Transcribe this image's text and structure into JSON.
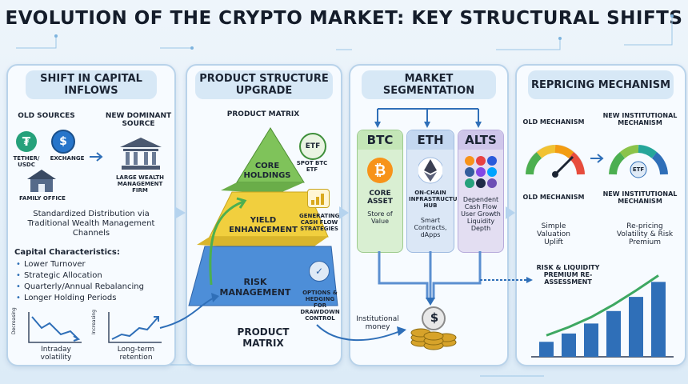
{
  "title": "EVOLUTION OF THE CRYPTO MARKET: KEY STRUCTURAL SHIFTS",
  "panel1": {
    "title": "SHIFT IN CAPITAL INFLOWS",
    "old_sources": "OLD SOURCES",
    "new_source": "NEW DOMINANT SOURCE",
    "tether": "TETHER/ USDC",
    "exchange": "EXCHANGE",
    "wealth_firm": "LARGE WEALTH MANAGEMENT FIRM",
    "family_office": "FAMILY OFFICE",
    "distribution": "Standardized Distribution via Traditional Wealth Management Channels",
    "capital_title": "Capital Characteristics:",
    "characteristics": [
      "Lower Turnover",
      "Strategic Allocation",
      "Quarterly/Annual Rebalancing",
      "Longer Holding Periods"
    ],
    "decreasing": "Decreasing",
    "increasing": "Increasing",
    "intraday": "Intraday volatility",
    "longterm": "Long-term retention"
  },
  "panel2": {
    "title": "PRODUCT STRUCTURE UPGRADE",
    "matrix_top": "PRODUCT MATRIX",
    "core": "CORE HOLDINGS",
    "yield": "YIELD ENHANCEMENT",
    "risk": "RISK MANAGEMENT",
    "etf_badge": "ETF",
    "etf_note": "SPOT BTC ETF",
    "yield_note": "GENERATING CASH FLOW STRATEGIES",
    "risk_note": "OPTIONS & HEDGING FOR DRAWDOWN CONTROL",
    "matrix_bottom": "PRODUCT MATRIX"
  },
  "panel3": {
    "title": "MARKET SEGMENTATION",
    "btc": {
      "label": "BTC",
      "role": "CORE ASSET",
      "desc": "Store of Value",
      "color": "#f7931a"
    },
    "eth": {
      "label": "ETH",
      "role": "ON-CHAIN INFRASTRUCTURE HUB",
      "desc": "Smart Contracts, dApps",
      "color": "#3b3f52"
    },
    "alts": {
      "label": "ALTS",
      "desc": "Dependent Cash Flow User Growth Liquidity Depth",
      "color": "#6c4fb5"
    },
    "btc_symbol": "₿",
    "dollar": "$",
    "institutional": "Institutional money"
  },
  "panel4": {
    "title": "REPRICING MECHANISM",
    "old_mech": "OLD MECHANISM",
    "new_mech": "NEW INSTITUTIONAL MECHANISM",
    "old_mech2": "OLD MECHANISM",
    "new_mech2": "NEW INSTITUTIONAL MECHANISM",
    "gauge_label": "ETF",
    "simple": "Simple Valuation Uplift",
    "repricing": "Re-pricing Volatility & Risk Premium",
    "risk_liq": "RISK & LIQUIDITY PREMIUM RE-ASSESSMENT",
    "bars": [
      0.18,
      0.28,
      0.4,
      0.55,
      0.72,
      0.9
    ]
  },
  "colors": {
    "blue": "#2f73c4",
    "green": "#8fce5a",
    "yellow": "#f3d347",
    "accent": "#2f6fb8"
  }
}
